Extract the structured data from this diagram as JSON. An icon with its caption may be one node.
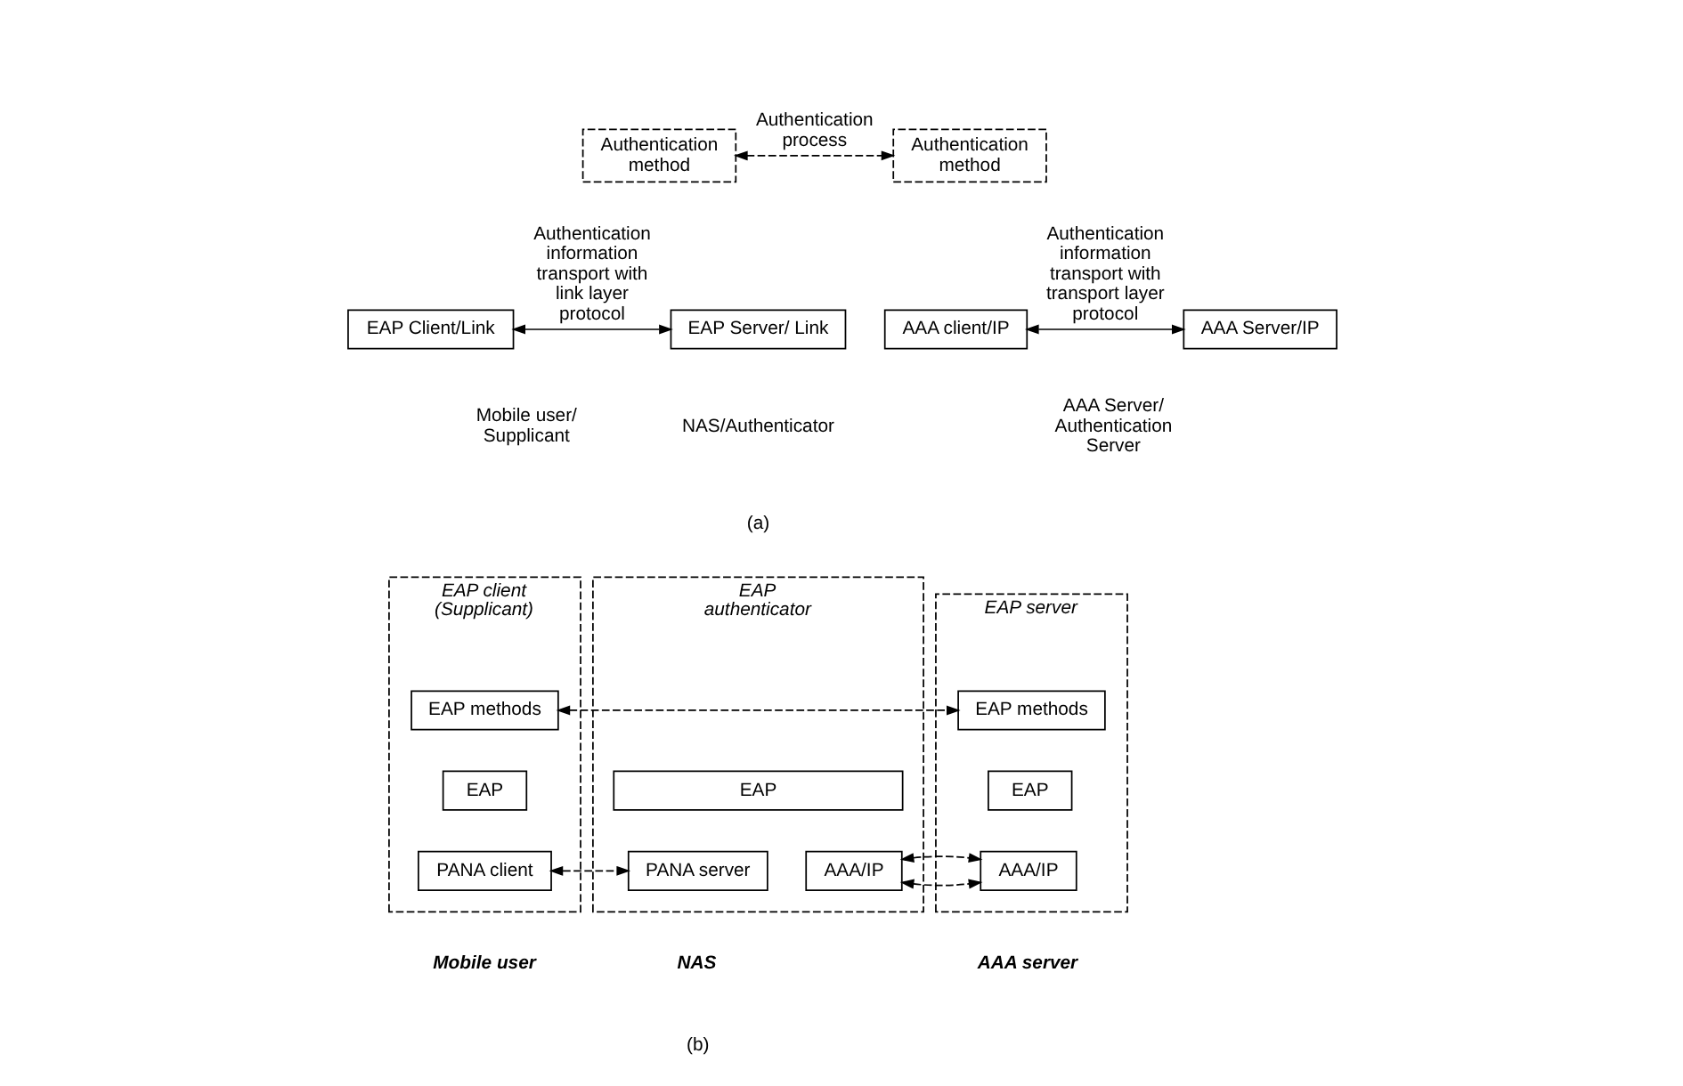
{
  "diagram": {
    "nodes": [
      {
        "text": [
          "Authentication method"
        ]
      },
      {
        "text": [
          "EAP Client/Link"
        ],
        "beside": [
          "Mobile user/ Supplicant"
        ]
      },
      {
        "text": [
          "EAP Server/ Link"
        ]
      },
      {
        "text": [
          "AAA client/IP"
        ]
      },
      {
        "text": [
          "Authentication method"
        ]
      },
      {
        "text": [
          "AAA Server/IP"
        ],
        "beside": [
          "AAA Server/ Authentication Server"
        ]
      },
      {
        "text": [
          "EAP client (Supplicant)"
        ],
        "beside": [
          "Mobile user"
        ]
      },
      {
        "text": [
          "EAP methods"
        ],
        "in": 6
      },
      {
        "text": [
          "EAP"
        ],
        "in": 6
      },
      {
        "text": [
          "PANA client"
        ],
        "in": 6
      },
      {
        "text": [
          "EAP authenticator"
        ],
        "beside": [
          "NAS"
        ]
      },
      {
        "text": [
          "EAP"
        ],
        "in": 10
      },
      {
        "text": [
          "PANA server"
        ],
        "in": 10
      },
      {
        "text": [
          "AAA/IP"
        ],
        "in": 10
      },
      {
        "text": [
          "EAP server"
        ],
        "beside": [
          "AAA server"
        ]
      },
      {
        "text": [
          "EAP methods"
        ],
        "in": 14
      },
      {
        "text": [
          "EAP"
        ],
        "in": 14
      },
      {
        "text": [
          "AAA/IP"
        ],
        "in": 14
      }
    ],
    "edges": [
      {
        "from": 0,
        "to": 4,
        "arrow": "both",
        "style": "dashed",
        "label": "Authentication process"
      },
      {
        "from": 1,
        "to": 2,
        "arrow": "both",
        "label": "Authentication information transport with link layer protocol"
      },
      {
        "from": 3,
        "to": 5,
        "arrow": "both",
        "label": "Authentication information transport with transport layer protocol"
      },
      {
        "from": 7,
        "to": 15,
        "arrow": "both",
        "style": "dashed"
      },
      {
        "from": 9,
        "to": 12,
        "arrow": "both",
        "style": "dashed"
      },
      {
        "from": 13,
        "to": 17,
        "arrow": "both",
        "style": "dashed"
      }
    ],
    "labels": [
      "NAS/Authenticator",
      "(a)",
      "(b)"
    ]
  }
}
